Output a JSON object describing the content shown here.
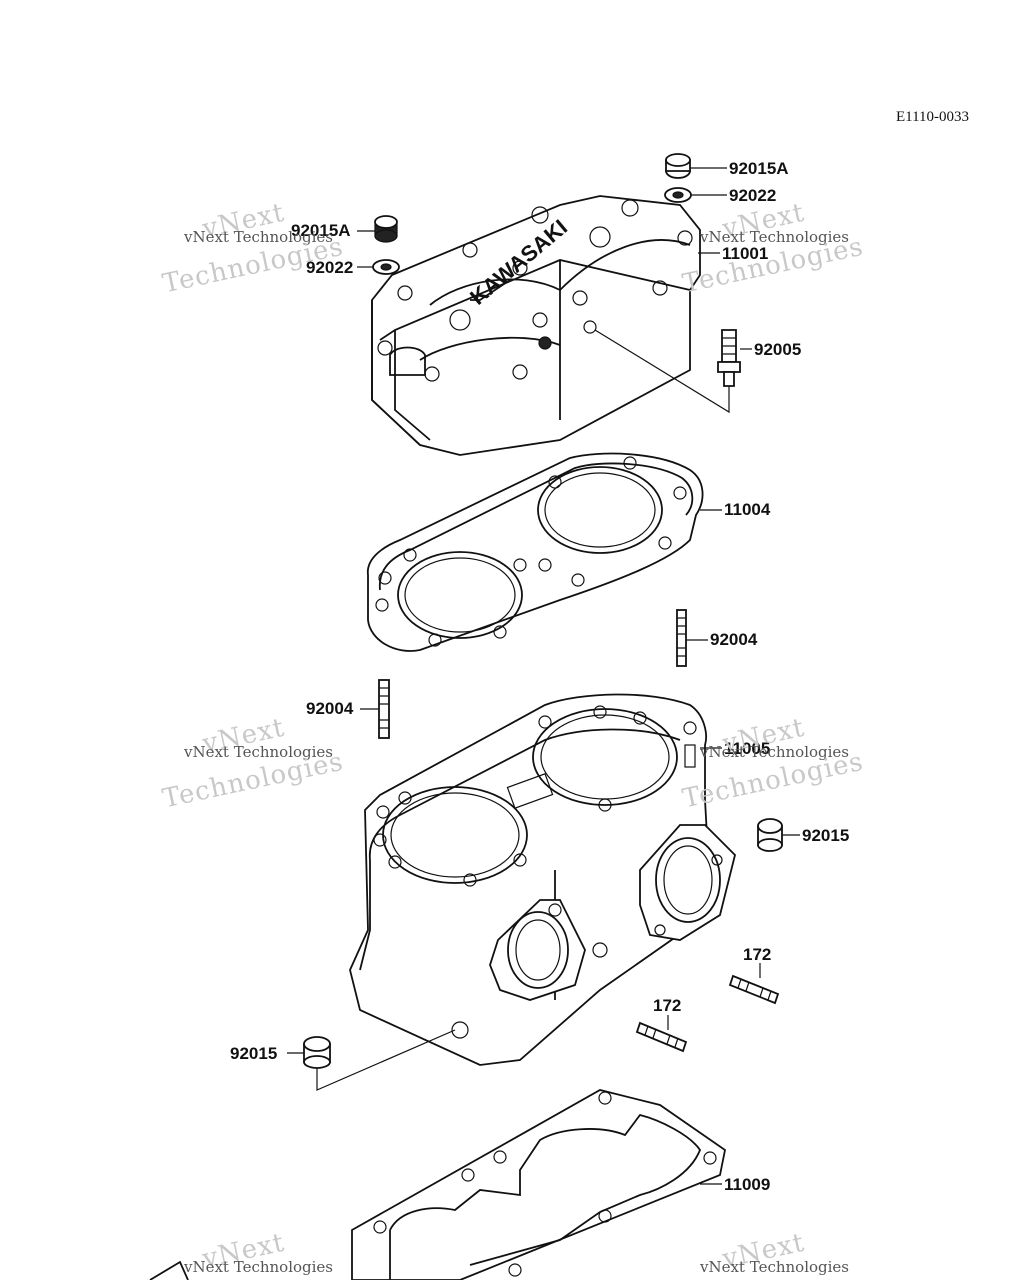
{
  "diagram": {
    "code": "E1110-0033",
    "labels": {
      "l92015A_top": "92015A",
      "l92022_top": "92022",
      "l92015A_left": "92015A",
      "l92022_left": "92022",
      "l11001": "11001",
      "l92005": "92005",
      "l11004": "11004",
      "l92004_right": "92004",
      "l92004_left": "92004",
      "l11005": "11005",
      "l92015_right": "92015",
      "l172_right": "172",
      "l172_left": "172",
      "l92015_left": "92015",
      "l11009": "11009"
    },
    "watermark": {
      "brand": "vNext",
      "line": "vNext Technologies",
      "word": "Technologies"
    },
    "head_logo": "KAWASAKI"
  }
}
